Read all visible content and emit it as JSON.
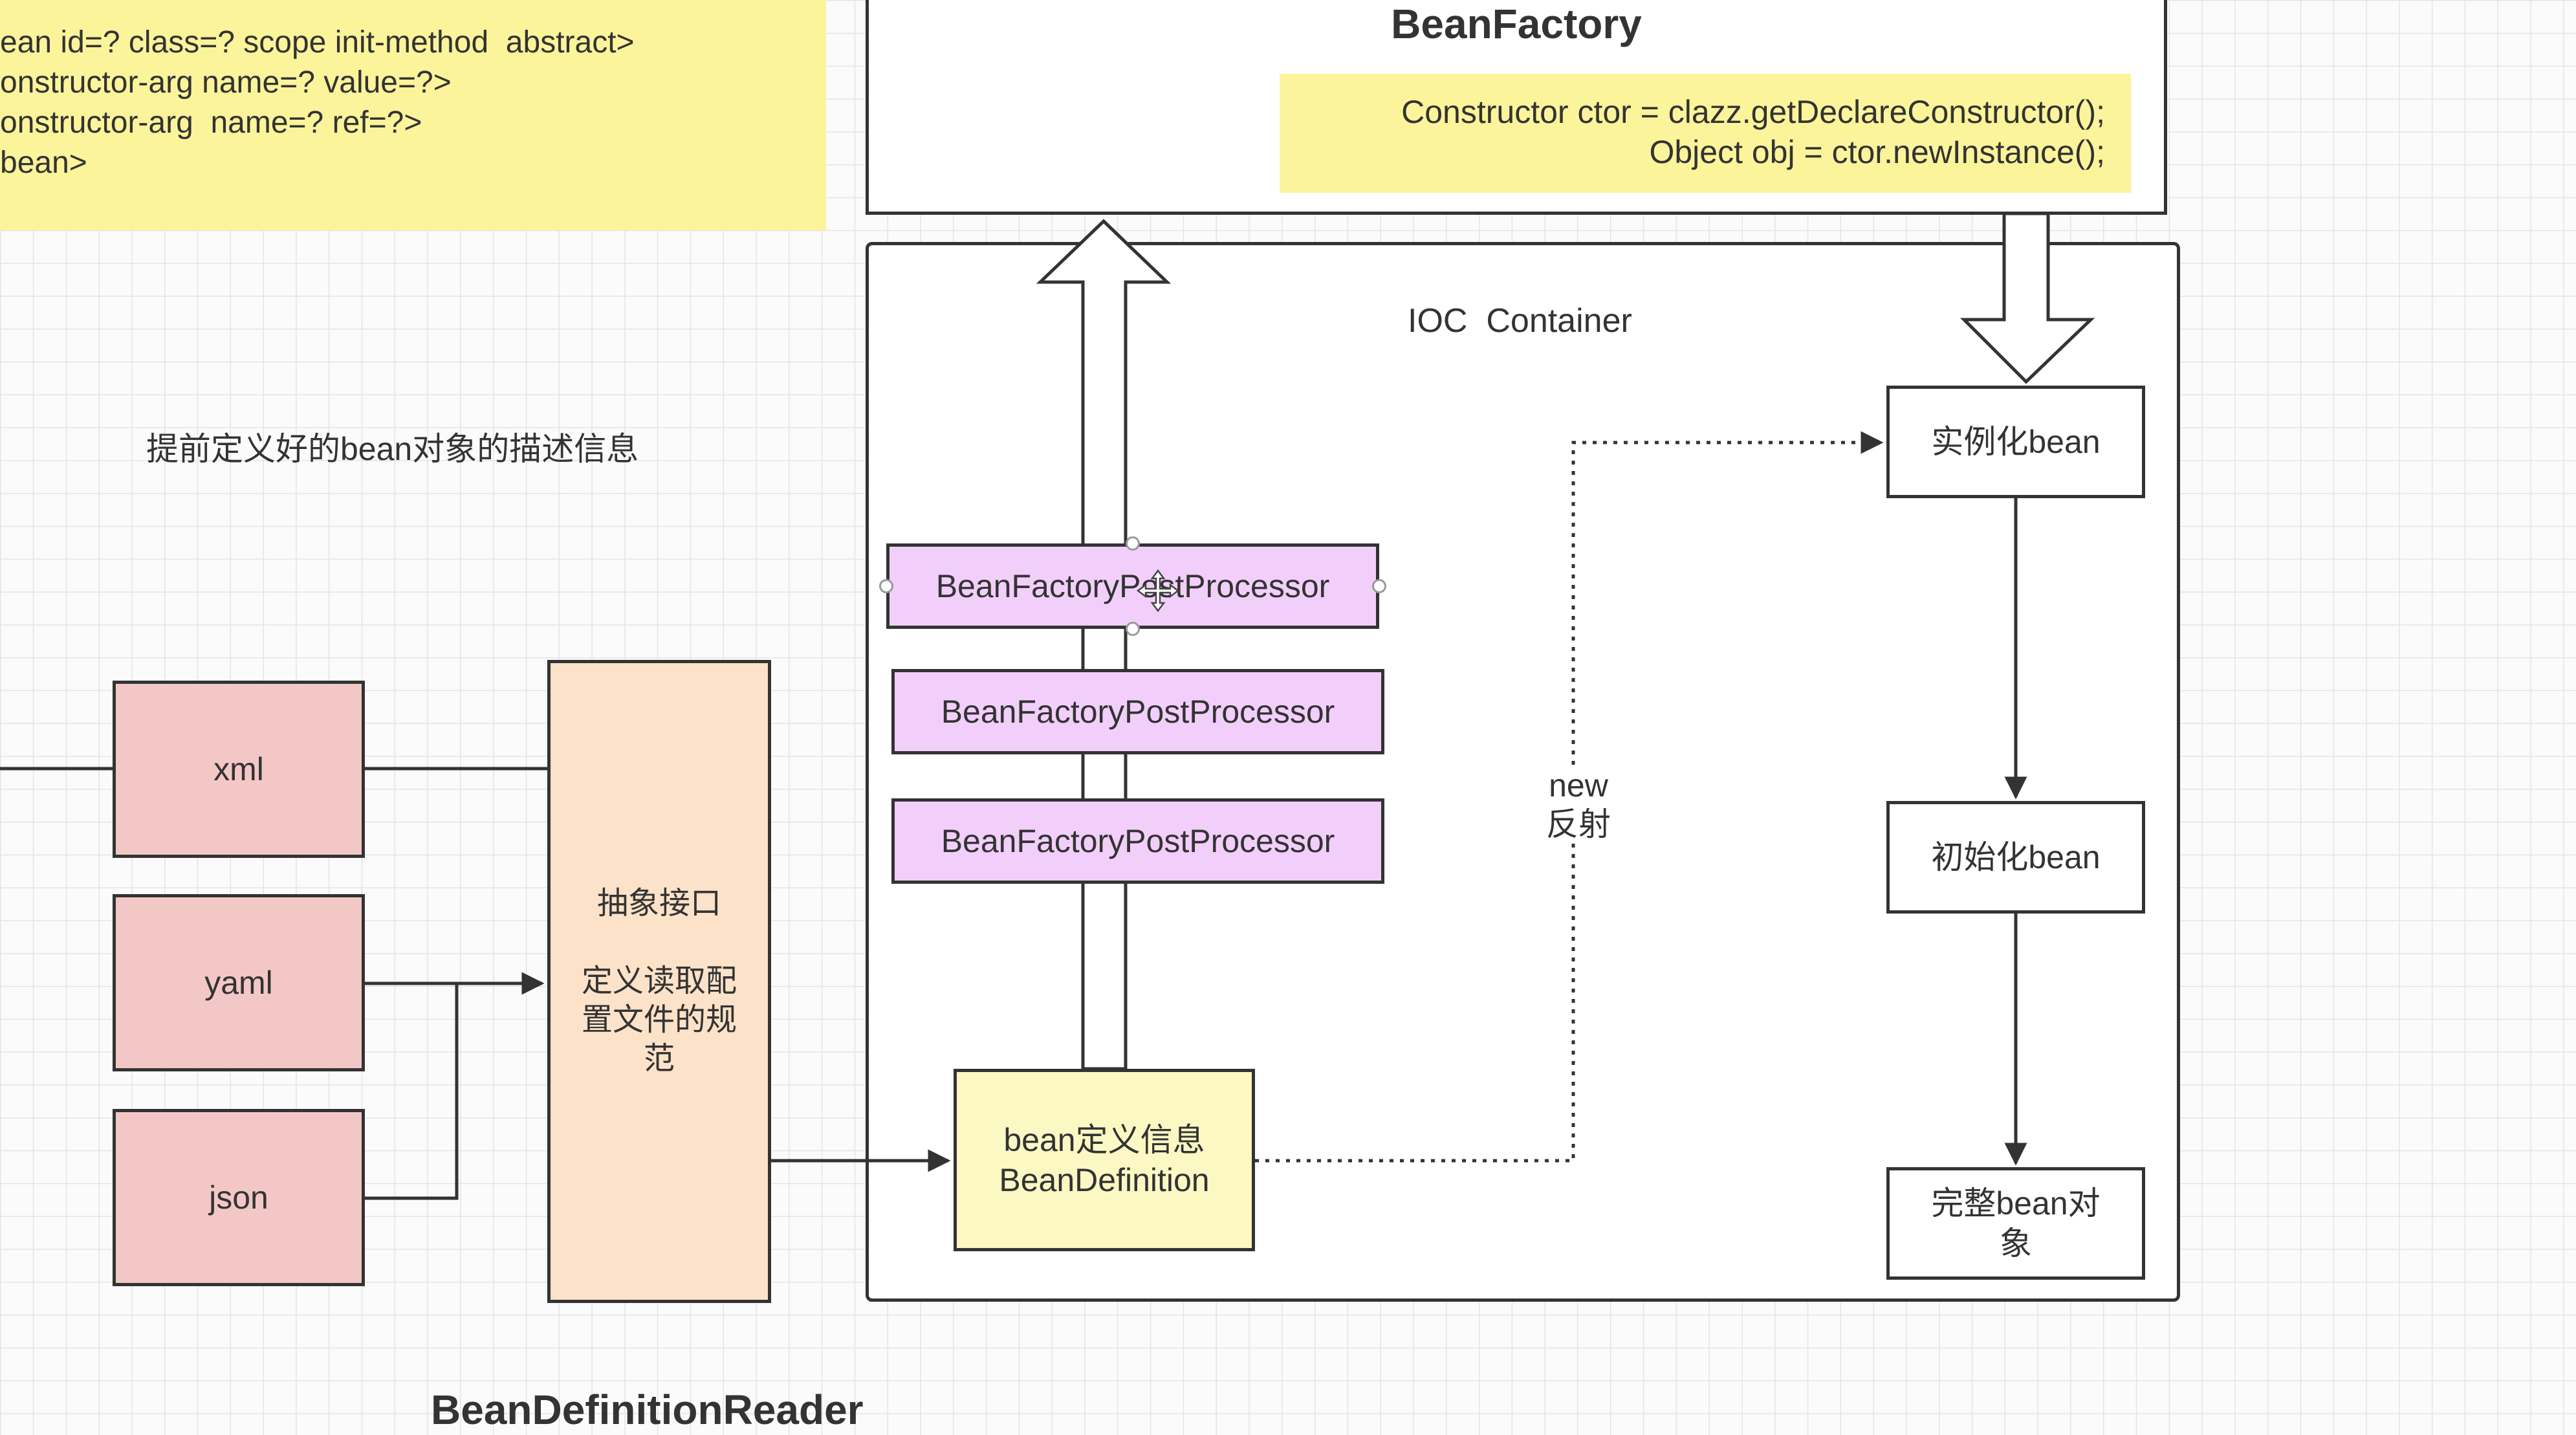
{
  "xml_note": {
    "lines": [
      "ean id=? class=? scope init-method  abstract>",
      "onstructor-arg name=? value=?>",
      "onstructor-arg  name=? ref=?>",
      "bean>"
    ]
  },
  "bean_factory": {
    "title": "BeanFactory",
    "code_lines": [
      "Constructor ctor = clazz.getDeclareConstructor();",
      "Object obj = ctor.newInstance();"
    ]
  },
  "ioc_container": {
    "label": "IOC  Container"
  },
  "bean_description_label": "提前定义好的bean对象的描述信息",
  "sources": [
    "xml",
    "yaml",
    "json"
  ],
  "reader": {
    "box_text": "抽象接口\n\n定义读取配\n置文件的规\n范",
    "title": "BeanDefinitionReader"
  },
  "post_processors": [
    "BeanFactoryPostProcessor",
    "BeanFactoryPostProcessor",
    "BeanFactoryPostProcessor"
  ],
  "bean_definition": "bean定义信息\nBeanDefinition",
  "new_reflect_label": "new\n反射",
  "lifecycle_steps": [
    "实例化bean",
    "初始化bean",
    "完整bean对\n象"
  ],
  "colors": {
    "note_yellow": "#fbf49a",
    "source_pink": "#f4c7c7",
    "reader_peach": "#fbe2c8",
    "processor_violet": "#f2cffa",
    "definition_yellow": "#fcf8c4",
    "line": "#333333"
  }
}
